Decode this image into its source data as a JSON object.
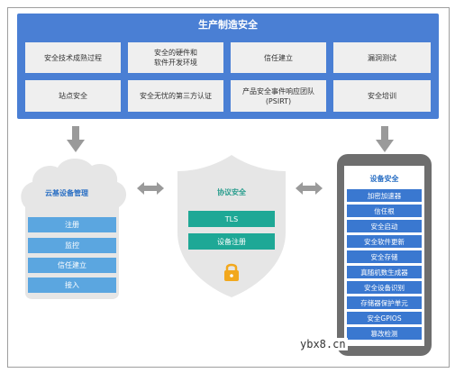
{
  "manufacturing": {
    "title": "生产制造安全",
    "cells": [
      "安全技术成熟过程",
      "安全的硬件和\n软件开发环境",
      "信任建立",
      "漏洞测试",
      "站点安全",
      "安全无忧的第三方认证",
      "产品安全事件响应团队\n(PSIRT)",
      "安全培训"
    ]
  },
  "cloud": {
    "title": "云基设备管理",
    "items": [
      "注册",
      "监控",
      "信任建立",
      "接入"
    ]
  },
  "protocol": {
    "title": "协议安全",
    "items": [
      "TLS",
      "设备注册"
    ]
  },
  "device": {
    "title": "设备安全",
    "items": [
      "加密加速器",
      "信任根",
      "安全启动",
      "安全软件更新",
      "安全存储",
      "真随机数生成器",
      "安全设备识别",
      "存储器保护单元",
      "安全GPIOS",
      "篡改检测"
    ]
  },
  "watermark": "ybx8.cn",
  "colors": {
    "manufacturing_bg": "#4a7fd4",
    "cloud_accent": "#5ba6e0",
    "protocol_accent": "#1ea896",
    "device_accent": "#3a78d0"
  }
}
